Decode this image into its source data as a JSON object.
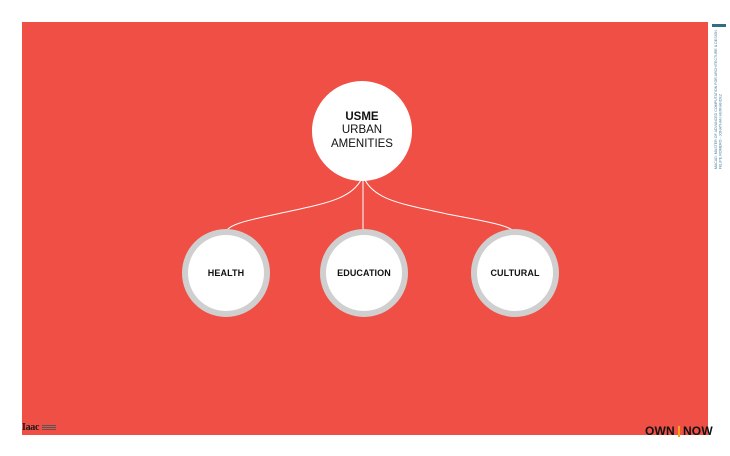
{
  "root": {
    "title": "USME",
    "line2": "URBAN",
    "line3": "AMENITIES"
  },
  "children": [
    {
      "label": "HEALTH"
    },
    {
      "label": "EDUCATION"
    },
    {
      "label": "CULTURAL"
    }
  ],
  "side_text": [
    "MACAD: MASTER OF ADVANCED COMPUTATION FOR ARCHITECTURE & DESIGN",
    "FELIPE ROMERO - JONATHAN HERNANDEZ"
  ],
  "footer": {
    "left_logo_text": "Iaac",
    "right_logo_left": "OWN",
    "right_logo_right": "NOW"
  },
  "colors": {
    "background": "#ef4f44",
    "node_fill": "#ffffff",
    "node_ring": "#cfcfcf",
    "connector": "#ffffff",
    "logo_accent": "#f2a71b"
  }
}
